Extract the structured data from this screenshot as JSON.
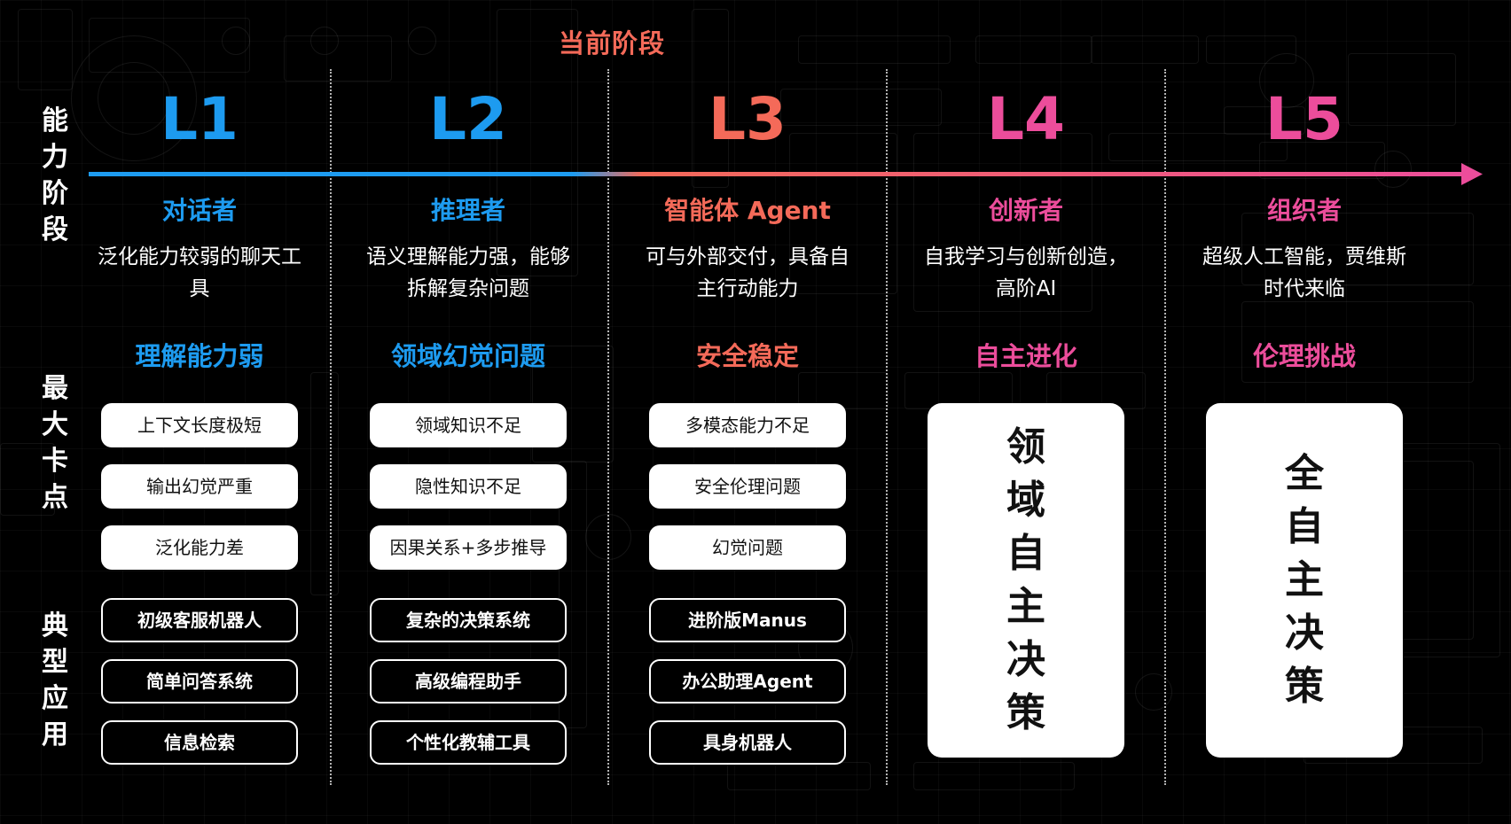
{
  "current_stage_label": "当前阶段",
  "row_labels": {
    "stage": "能力阶段",
    "bottleneck": "最大卡点",
    "applications": "典型应用"
  },
  "colors": {
    "blue": "#1d9bf0",
    "orange": "#f46a59",
    "pink": "#ec4d9b",
    "background": "#000000"
  },
  "levels": [
    {
      "level": "L1",
      "role": "对话者",
      "description": "泛化能力较弱的聊天工具",
      "challenge": "理解能力弱",
      "bottlenecks": [
        "上下文长度极短",
        "输出幻觉严重",
        "泛化能力差"
      ],
      "applications": [
        "初级客服机器人",
        "简单问答系统",
        "信息检索"
      ]
    },
    {
      "level": "L2",
      "role": "推理者",
      "description": "语义理解能力强，能够拆解复杂问题",
      "challenge": "领域幻觉问题",
      "bottlenecks": [
        "领域知识不足",
        "隐性知识不足",
        "因果关系+多步推导"
      ],
      "applications": [
        "复杂的决策系统",
        "高级编程助手",
        "个性化教辅工具"
      ]
    },
    {
      "level": "L3",
      "role": "智能体 Agent",
      "description": "可与外部交付，具备自主行动能力",
      "challenge": "安全稳定",
      "bottlenecks": [
        "多模态能力不足",
        "安全伦理问题",
        "幻觉问题"
      ],
      "applications": [
        "进阶版Manus",
        "办公助理Agent",
        "具身机器人"
      ]
    },
    {
      "level": "L4",
      "role": "创新者",
      "description": "自我学习与创新创造，高阶AI",
      "challenge": "自主进化",
      "goal": "领域自主决策"
    },
    {
      "level": "L5",
      "role": "组织者",
      "description": "超级人工智能，贾维斯时代来临",
      "challenge": "伦理挑战",
      "goal": "全自主决策"
    }
  ]
}
